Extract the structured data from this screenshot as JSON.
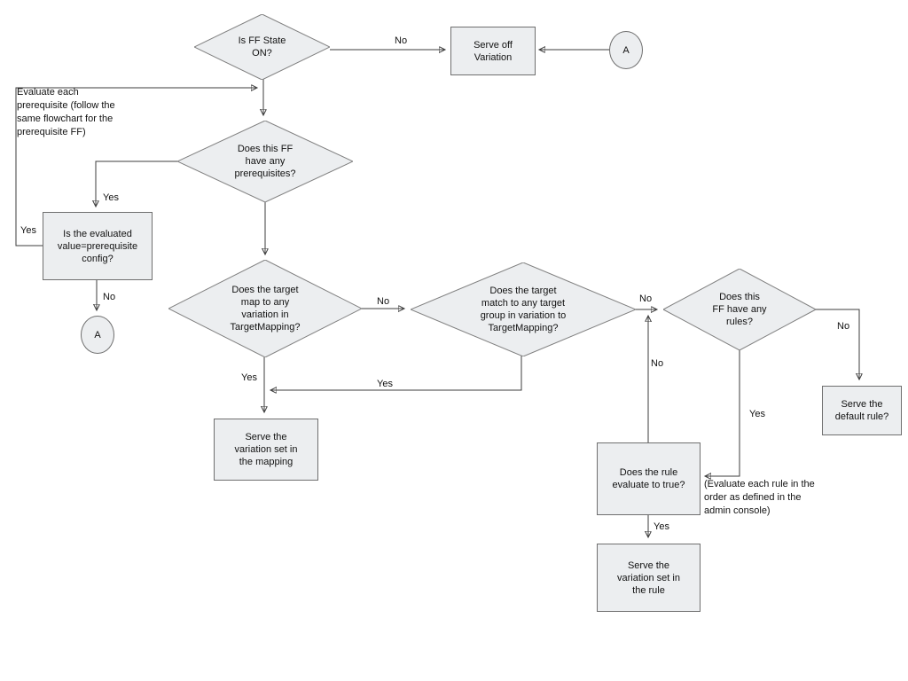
{
  "title": "Feature flag evaluation flowchart",
  "colors": {
    "background": "#ffffff",
    "shape_fill": "#eceef0",
    "shape_stroke": "#808080",
    "line": "#3c3c3c",
    "text": "#111111"
  },
  "nodes": {
    "ff_state": {
      "text": "Is FF State\nON?"
    },
    "serve_off": {
      "text": "Serve off\nVariation"
    },
    "connector_a_top": {
      "text": "A"
    },
    "prerequisites": {
      "text": "Does this FF\nhave any\nprerequisites?"
    },
    "eval_value": {
      "text": "Is the evaluated\nvalue=prerequisite\nconfig?"
    },
    "connector_a_left": {
      "text": "A"
    },
    "target_mapping": {
      "text": "Does the target\nmap to any\nvariation in\nTargetMapping?"
    },
    "target_group": {
      "text": "Does the target\nmatch to any target\ngroup in variation to\nTargetMapping?"
    },
    "rules": {
      "text": "Does this\nFF have any\nrules?"
    },
    "serve_mapping": {
      "text": "Serve the\nvariation set in\nthe mapping"
    },
    "rule_true": {
      "text": "Does the rule\nevaluate to true?"
    },
    "serve_rule": {
      "text": "Serve the\nvariation set in\nthe rule"
    },
    "serve_default": {
      "text": "Serve the\ndefault rule?"
    }
  },
  "labels": {
    "no_ff_off": "No",
    "yes_prereq_loop": "Yes",
    "yes_has_prereq": "Yes",
    "no_eval": "No",
    "no_mapping": "No",
    "yes_mapping": "Yes",
    "yes_group": "Yes",
    "no_group": "No",
    "no_rule_loop": "No",
    "no_rules": "No",
    "yes_rules": "Yes",
    "yes_rule_true": "Yes"
  },
  "annotations": {
    "prereq_note": "Evaluate each\nprerequisite (follow the\nsame flowchart for the\nprerequisite FF)",
    "rules_note": "(Evaluate each rule in the\norder as defined in the\nadmin console)"
  }
}
